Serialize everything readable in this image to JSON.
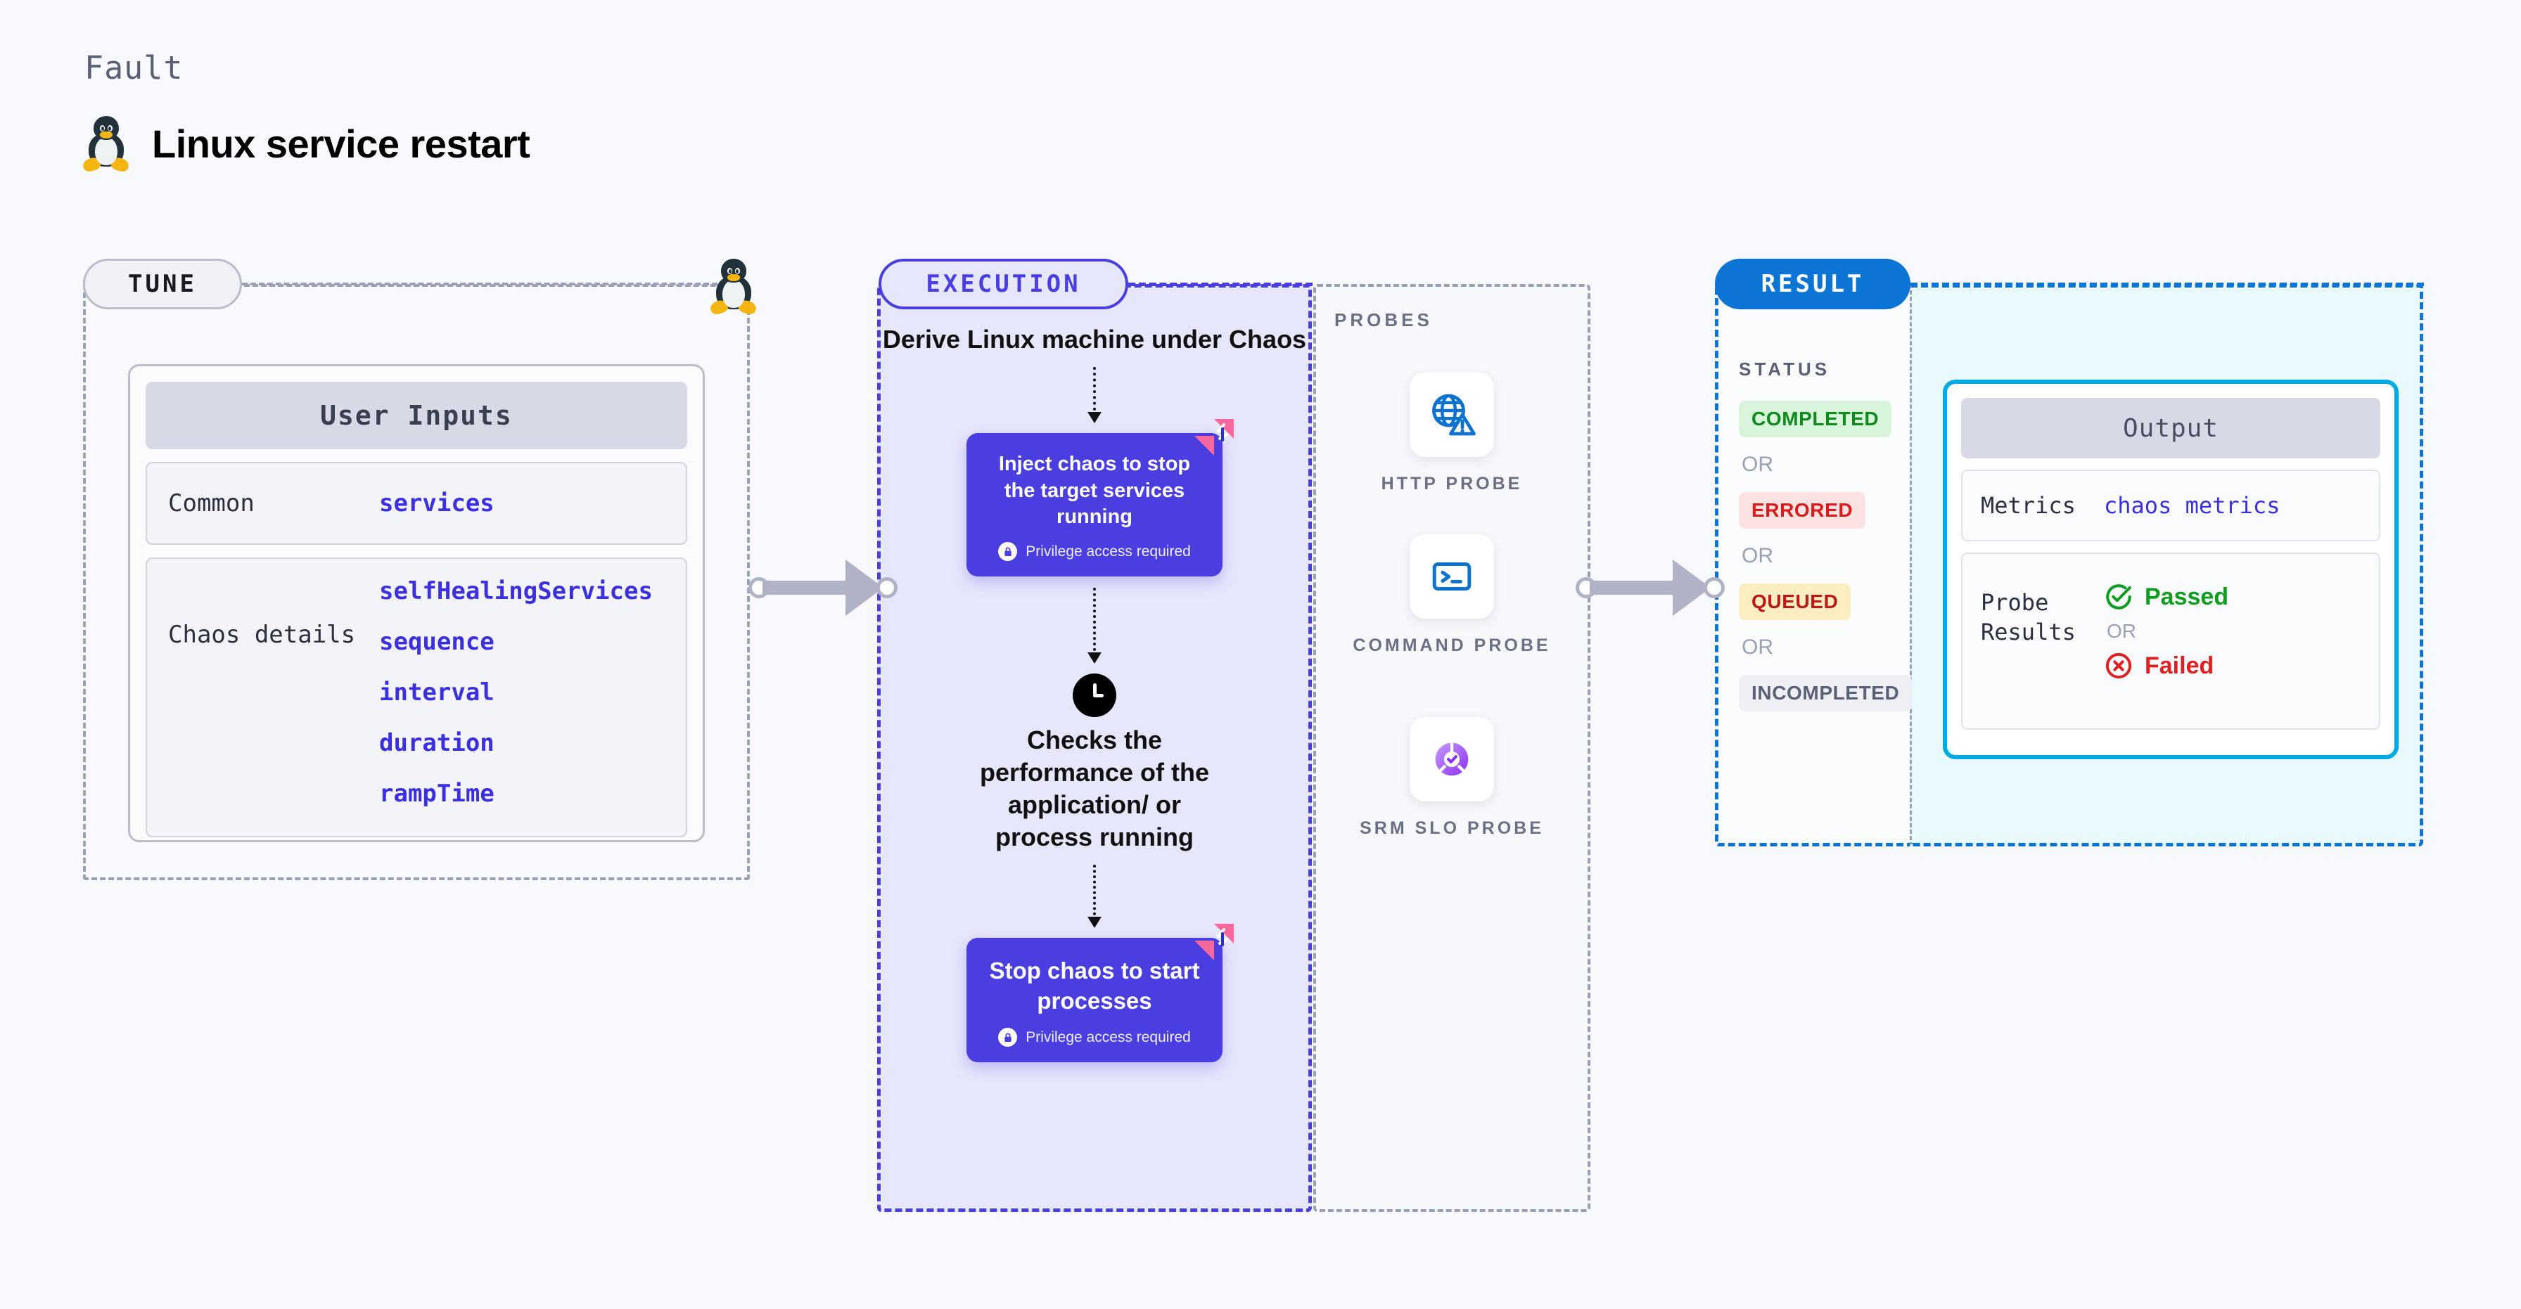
{
  "header": {
    "eyebrow": "Fault",
    "title": "Linux service restart",
    "icon": "linux-penguin-icon"
  },
  "tune": {
    "pill_label": "TUNE",
    "card_title": "User Inputs",
    "sections": [
      {
        "label": "Common",
        "values": [
          "services"
        ]
      },
      {
        "label": "Chaos details",
        "values": [
          "selfHealingServices",
          "sequence",
          "interval",
          "duration",
          "rampTime"
        ]
      }
    ]
  },
  "execution": {
    "pill_label": "EXECUTION",
    "step_1_text": "Derive Linux machine under Chaos",
    "card_1": {
      "title": "Inject chaos to stop the target services running",
      "privilege": "Privilege access required",
      "badge": "chaos-badge-icon",
      "lock": "lock-icon"
    },
    "step_2_text": "Checks the performance of the application/ or process running",
    "clock": "clock-icon",
    "card_2": {
      "title": "Stop chaos to start processes",
      "privilege": "Privilege access required",
      "badge": "chaos-badge-icon",
      "lock": "lock-icon"
    }
  },
  "probes": {
    "title": "PROBES",
    "items": [
      {
        "label": "HTTP PROBE",
        "icon": "globe-warning-icon"
      },
      {
        "label": "COMMAND PROBE",
        "icon": "terminal-icon"
      },
      {
        "label": "SRM SLO PROBE",
        "icon": "slo-donut-check-icon"
      }
    ]
  },
  "result": {
    "pill_label": "RESULT",
    "status_title": "STATUS",
    "or_label": "OR",
    "statuses": [
      {
        "label": "COMPLETED",
        "style": "completed"
      },
      {
        "label": "ERRORED",
        "style": "errored"
      },
      {
        "label": "QUEUED",
        "style": "queued"
      },
      {
        "label": "INCOMPLETED",
        "style": "incompleted"
      }
    ],
    "output": {
      "title": "Output",
      "metrics_label": "Metrics",
      "metrics_value": "chaos metrics",
      "probe_label": "Probe Results",
      "passed_label": "Passed",
      "failed_label": "Failed",
      "or_label": "OR",
      "passed_icon": "check-circle-icon",
      "failed_icon": "x-circle-icon"
    }
  },
  "colors": {
    "background": "#f8f9fc",
    "execution_accent": "#4a3ee0",
    "result_accent": "#0b74d4",
    "output_border": "#00aae4",
    "probe_blue": "#0d72d0",
    "slo_purple": "#9b4dff",
    "chaos_pink": "#f9679f",
    "passed_green": "#0f9d1f",
    "failed_red": "#e02020",
    "value_blue": "#3b2fe0"
  }
}
